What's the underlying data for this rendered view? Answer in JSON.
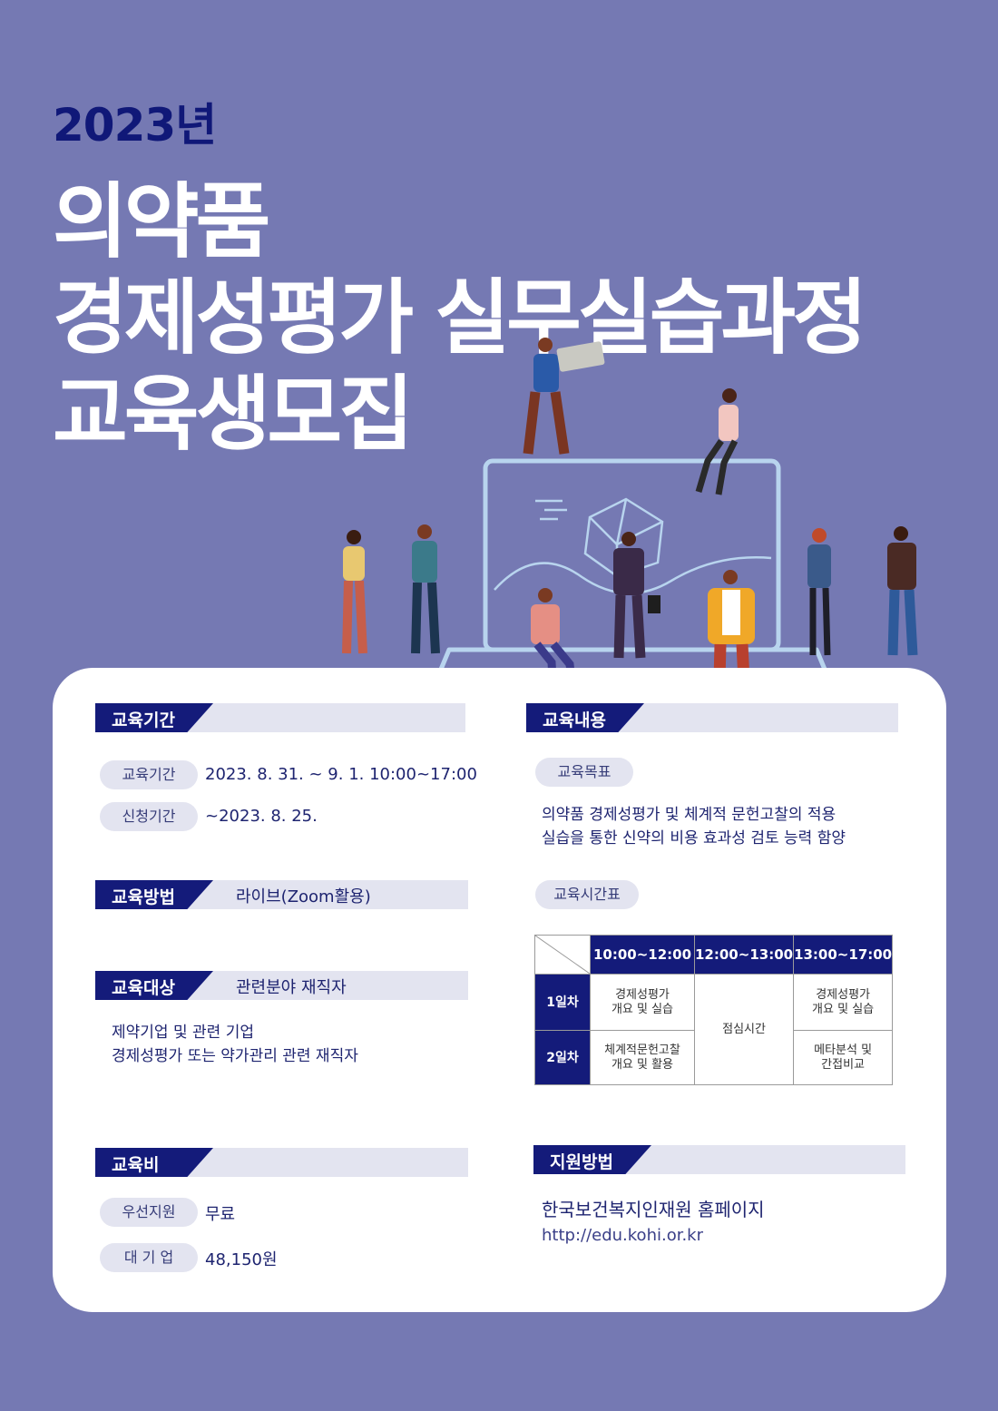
{
  "header": {
    "year": "2023년",
    "title_lines": [
      "의약품",
      "경제성평가 실무실습과정",
      "교육생모집"
    ]
  },
  "period": {
    "section": "교육기간",
    "rows": [
      {
        "label": "교육기간",
        "value": "2023. 8. 31. ~ 9. 1. 10:00~17:00"
      },
      {
        "label": "신청기간",
        "value": "~2023. 8. 25."
      }
    ]
  },
  "method": {
    "section": "교육방법",
    "value": "라이브(Zoom활용)"
  },
  "target": {
    "section": "교육대상",
    "value": "관련분야 재직자",
    "lines": [
      "제약기업 및 관련 기업",
      "경제성평가 또는 약가관리 관련 재직자"
    ]
  },
  "fee": {
    "section": "교육비",
    "rows": [
      {
        "label": "우선지원",
        "value": "무료"
      },
      {
        "label": "대 기 업",
        "value": "48,150원"
      }
    ]
  },
  "content": {
    "section": "교육내용",
    "goal_label": "교육목표",
    "goal_lines": [
      "의약품 경제성평가 및 체계적 문헌고찰의 적용",
      "실습을 통한 신약의 비용 효과성 검토 능력 함양"
    ],
    "schedule_label": "교육시간표",
    "schedule": {
      "times": [
        "10:00~12:00",
        "12:00~13:00",
        "13:00~17:00"
      ],
      "days": [
        "1일차",
        "2일차"
      ],
      "day1_am": [
        "경제성평가",
        "개요 및 실습"
      ],
      "lunch": "점심시간",
      "day1_pm": [
        "경제성평가",
        "개요 및 실습"
      ],
      "day2_am": [
        "체계적문헌고찰",
        "개요 및 활용"
      ],
      "day2_pm": [
        "메타분석 및",
        "간접비교"
      ]
    }
  },
  "apply": {
    "section": "지원방법",
    "org": "한국보건복지인재원 홈페이지",
    "url": "http://edu.kohi.or.kr"
  },
  "colors": {
    "background": "#7579b3",
    "navy": "#141b7a",
    "bar": "#e3e4f0"
  }
}
